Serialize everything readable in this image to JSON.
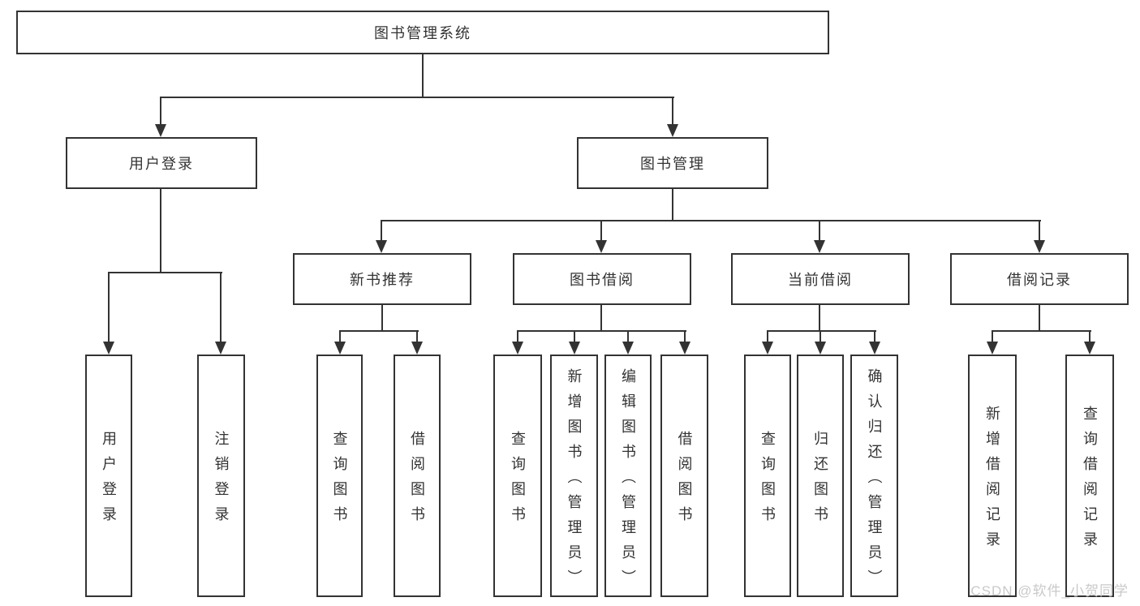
{
  "tree": {
    "root": {
      "label": "图书管理系统"
    },
    "level2": [
      {
        "label": "用户登录",
        "children": [
          {
            "label": "用户登录"
          },
          {
            "label": "注销登录"
          }
        ]
      },
      {
        "label": "图书管理",
        "children": [
          {
            "label": "新书推荐",
            "children": [
              {
                "label": "查询图书"
              },
              {
                "label": "借阅图书"
              }
            ]
          },
          {
            "label": "图书借阅",
            "children": [
              {
                "label": "查询图书"
              },
              {
                "label": "新增图书（管理员）"
              },
              {
                "label": "编辑图书（管理员）"
              },
              {
                "label": "借阅图书"
              }
            ]
          },
          {
            "label": "当前借阅",
            "children": [
              {
                "label": "查询图书"
              },
              {
                "label": "归还图书"
              },
              {
                "label": "确认归还（管理员）"
              }
            ]
          },
          {
            "label": "借阅记录",
            "children": [
              {
                "label": "新增借阅记录"
              },
              {
                "label": "查询借阅记录"
              }
            ]
          }
        ]
      }
    ]
  },
  "watermark": {
    "text": "CSDN @软件_小贺同学"
  },
  "colors": {
    "line": "#333333",
    "text": "#333333",
    "watermark": "#c9c9c9",
    "background": "#ffffff",
    "node_fill": "#ffffff"
  }
}
